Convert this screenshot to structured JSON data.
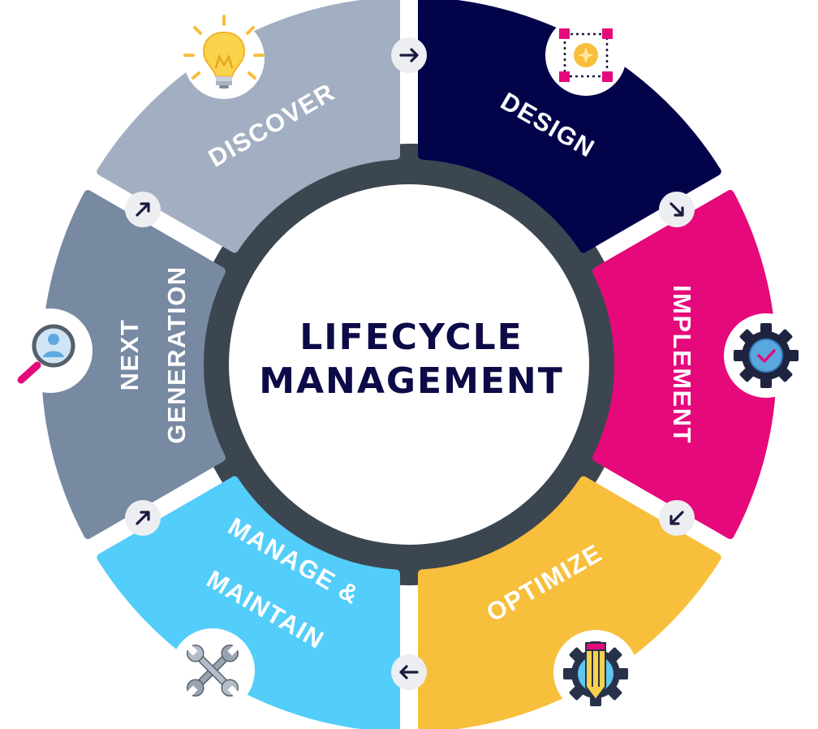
{
  "center": {
    "line1": "LIFECYCLE",
    "line2": "MANAGEMENT"
  },
  "segments": [
    {
      "id": "discover",
      "lines": [
        "DISCOVER"
      ],
      "color": "#a2aec1",
      "icon": "lightbulb-icon"
    },
    {
      "id": "design",
      "lines": [
        "DESIGN"
      ],
      "color": "#03034a",
      "icon": "vector-selection-icon"
    },
    {
      "id": "implement",
      "lines": [
        "IMPLEMENT"
      ],
      "color": "#e5097b",
      "icon": "gear-check-icon"
    },
    {
      "id": "optimize",
      "lines": [
        "OPTIMIZE"
      ],
      "color": "#f7bf3b",
      "icon": "gear-pencil-icon"
    },
    {
      "id": "manage-maintain",
      "lines": [
        "MANAGE &",
        "MAINTAIN"
      ],
      "color": "#53cdf9",
      "icon": "wrench-tools-icon"
    },
    {
      "id": "next-generation",
      "lines": [
        "NEXT",
        "GENERATION"
      ],
      "color": "#7889a2",
      "icon": "magnifier-user-icon"
    }
  ],
  "colors": {
    "ring": "#3c4650",
    "center_fill": "#ffffff",
    "center_text": "#0c0a47",
    "arrow_badge": "#eceef1"
  }
}
